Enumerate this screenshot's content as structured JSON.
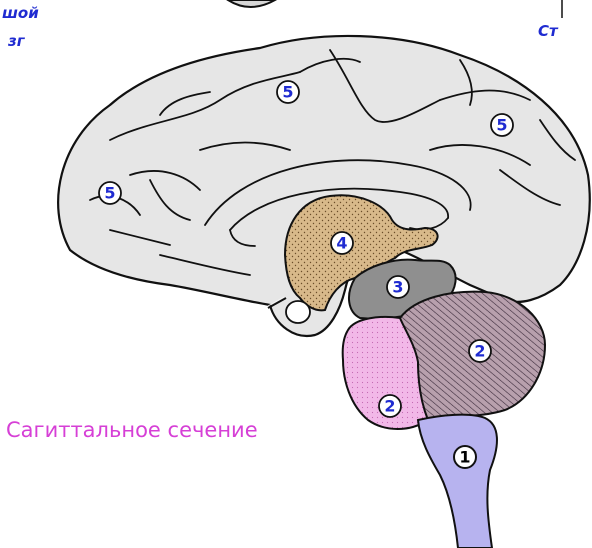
{
  "top_left_label": {
    "line1": "шой",
    "line2": "зг"
  },
  "top_right_label": "Ст",
  "caption": "Сагиттальное сечение",
  "regions": [
    {
      "id": "cortex-top",
      "number": "5",
      "color": "#e6e6e6"
    },
    {
      "id": "cortex-right",
      "number": "5",
      "color": "#e6e6e6"
    },
    {
      "id": "cortex-left",
      "number": "5",
      "color": "#e6e6e6"
    },
    {
      "id": "diencephalon",
      "number": "4",
      "color": "#d8b98a"
    },
    {
      "id": "midbrain",
      "number": "3",
      "color": "#8f8f8f"
    },
    {
      "id": "cerebellum",
      "number": "2",
      "color": "#b8a0ad"
    },
    {
      "id": "pons",
      "number": "2",
      "color": "#f2b8e8"
    },
    {
      "id": "medulla",
      "number": "1",
      "color": "#b7b3ef"
    }
  ],
  "colors": {
    "caption": "#d63fd6",
    "number_text": "#1f2bd1",
    "medulla_number_text": "#000000",
    "outline": "#111111"
  }
}
